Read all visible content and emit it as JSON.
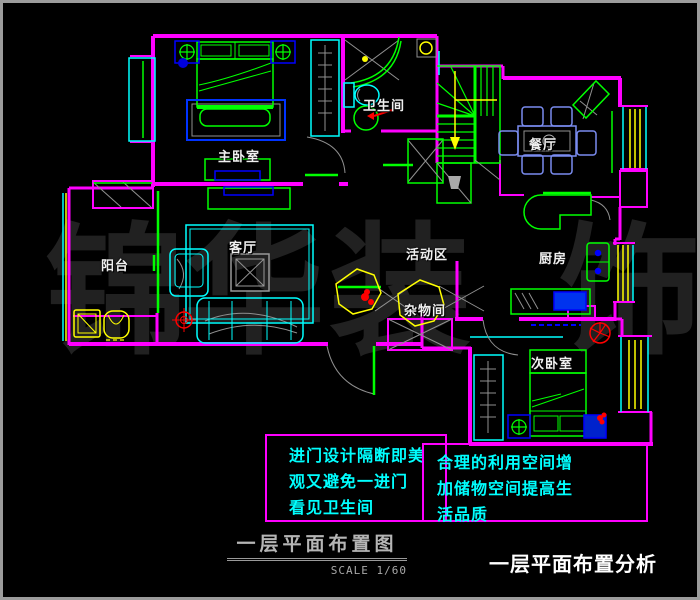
{
  "drawing": {
    "watermark_chars": [
      "锦",
      "华",
      "装",
      "饰"
    ],
    "room_labels": {
      "master_bedroom": "主卧室",
      "bathroom": "卫生间",
      "dining_room": "餐厅",
      "balcony": "阳台",
      "living_room": "客厅",
      "activity_zone": "活动区",
      "kitchen": "厨房",
      "storage_room": "杂物间",
      "second_bedroom": "次卧室"
    },
    "notes": {
      "note1_lines": [
        "进门设计隔断即美",
        "观又避免一进门",
        "看见卫生间"
      ],
      "note2_lines": [
        "合理的利用空间增",
        "加储物空间提高生",
        "活品质"
      ]
    },
    "title_block": {
      "title": "一层平面布置图",
      "scale": "SCALE 1/60",
      "analysis_title": "一层平面布置分析"
    },
    "colors": {
      "wall": "#FF00FF",
      "furniture_green": "#00FF00",
      "fixture_cyan": "#00FFFF",
      "accent_blue": "#0000FF",
      "guide_yellow": "#FFFF00",
      "alert_red": "#FF0000",
      "label_text": "#F0F0F0",
      "note_text": "#00FFFF",
      "title_text": "#B5B5B5",
      "watermark": "#212121",
      "frame": "#9C9C9C"
    }
  }
}
